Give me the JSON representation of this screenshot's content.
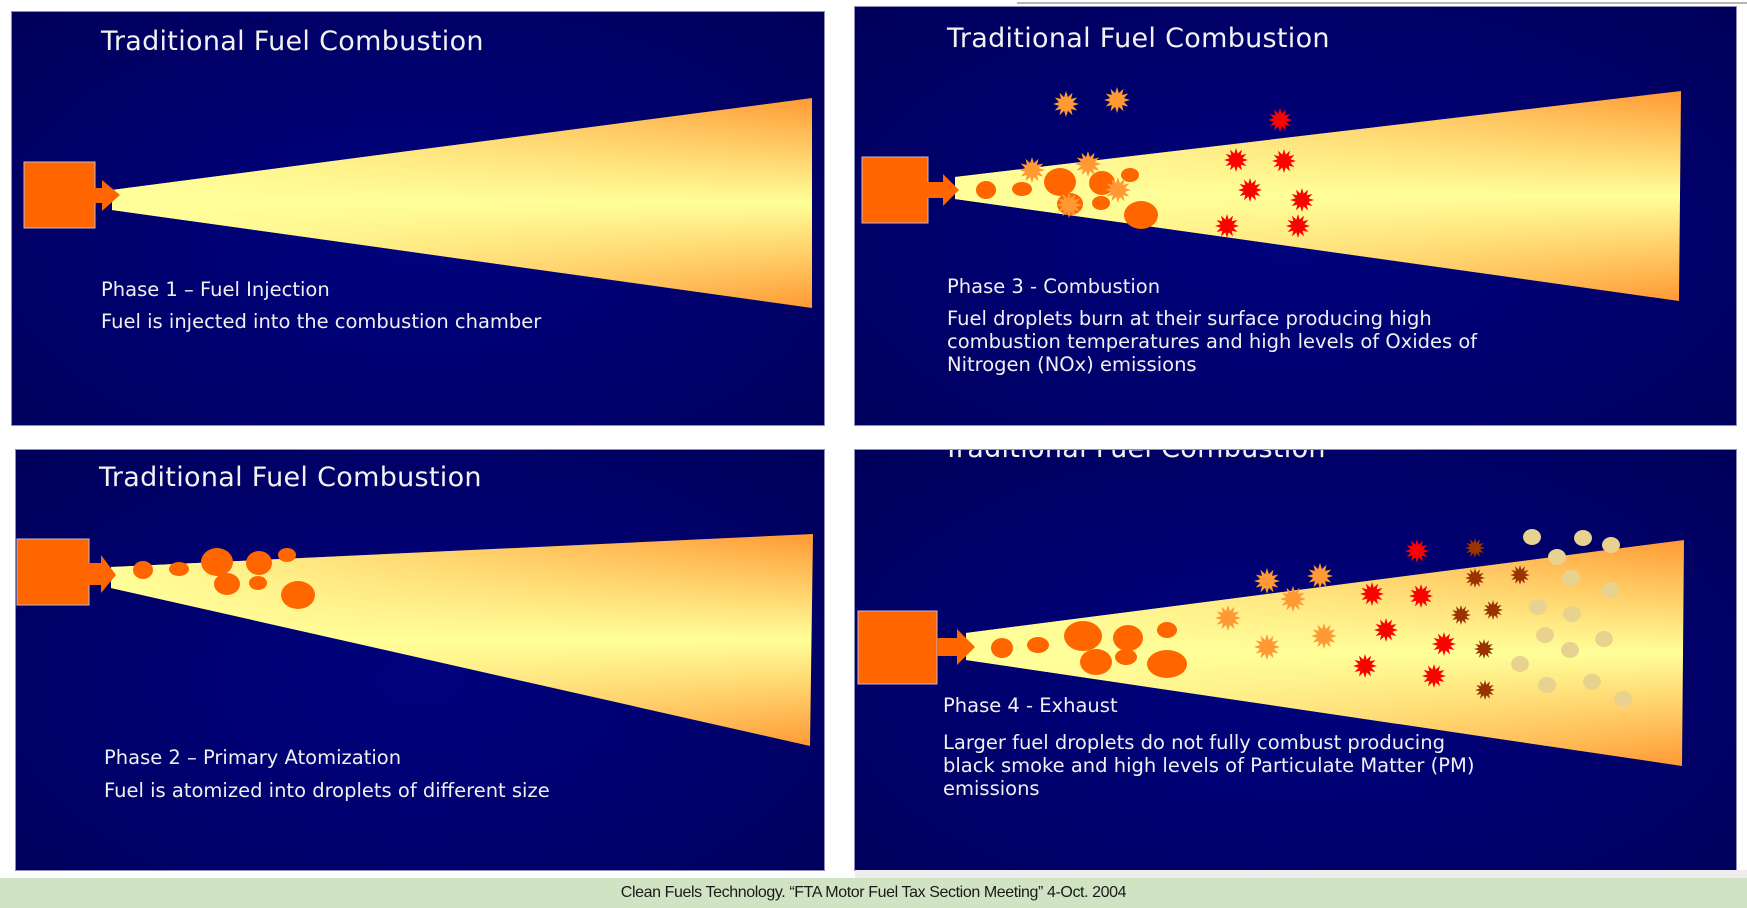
{
  "colors": {
    "slide_background": "#000070",
    "injector": "#ff6600",
    "spray_core": "#ffff99",
    "spray_edge": "#ff9933",
    "droplet": "#ff6600",
    "flame_orange": "#ff9933",
    "flame_red": "#ff0000",
    "soot_brown": "#993300",
    "particulate_tan": "#e8d28f",
    "credit_band": "#d0e3c3"
  },
  "slides": [
    {
      "title": "Traditional Fuel Combustion",
      "phase": "Phase 1 – Fuel Injection",
      "description": [
        "Fuel is injected into the combustion chamber"
      ]
    },
    {
      "title": "Traditional Fuel Combustion",
      "phase": "Phase 3 - Combustion",
      "description": [
        "Fuel droplets burn at their surface producing high",
        "combustion temperatures and high levels of Oxides of",
        "Nitrogen (NOx) emissions"
      ]
    },
    {
      "title": "Traditional Fuel Combustion",
      "phase": "Phase 2 – Primary Atomization",
      "description": [
        "Fuel is atomized into droplets of different size"
      ]
    },
    {
      "title": "Traditional Fuel Combustion",
      "phase": "Phase 4 - Exhaust",
      "description": [
        "Larger fuel droplets do not fully combust producing",
        "black smoke and high levels of Particulate Matter (PM)",
        "emissions"
      ]
    }
  ],
  "legend_icons": {
    "injector": "injector-icon",
    "droplet": "fuel-droplet-icon",
    "flame": "flame-burst-icon",
    "soot": "soot-burst-icon",
    "particulate": "particulate-dot-icon"
  },
  "credit": "Clean Fuels Technology. “FTA Motor Fuel Tax Section Meeting”  4-Oct. 2004"
}
